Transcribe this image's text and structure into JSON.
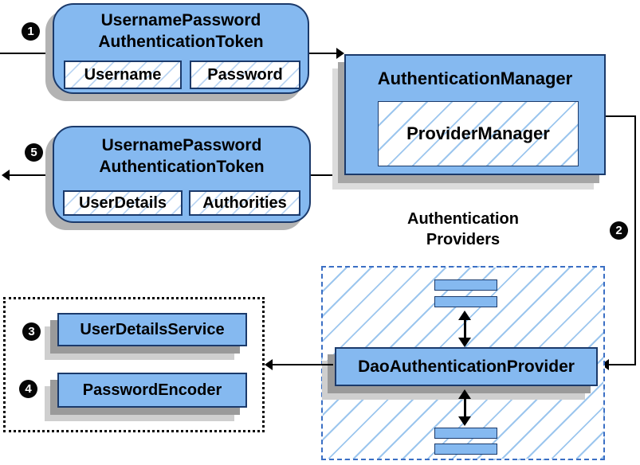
{
  "diagram": {
    "kind": "spring-security-authentication-flow",
    "colors": {
      "node_fill": "#85b9f0",
      "node_border": "#1b3a6b",
      "hatch_line": "#9cc6ee",
      "shadow_dark": "#a6a6a6",
      "shadow_light": "#dcdcdc",
      "dashed_border": "#3b6fc4",
      "arrow": "#000000",
      "badge_bg": "#060606"
    },
    "steps": {
      "s1": "1",
      "s2": "2",
      "s3": "3",
      "s4": "4",
      "s5": "5"
    },
    "nodes": {
      "token_request": {
        "title_line1": "UsernamePassword",
        "title_line2": "AuthenticationToken",
        "fields": [
          "Username",
          "Password"
        ]
      },
      "authentication_manager": {
        "title": "AuthenticationManager",
        "inner": "ProviderManager"
      },
      "token_result": {
        "title_line1": "UsernamePassword",
        "title_line2": "AuthenticationToken",
        "fields": [
          "UserDetails",
          "Authorities"
        ]
      },
      "providers_group": {
        "title_line1": "Authentication",
        "title_line2": "Providers",
        "provider_label": "DaoAuthenticationProvider"
      },
      "dependencies_group": {
        "items": [
          "UserDetailsService",
          "PasswordEncoder"
        ]
      }
    }
  }
}
